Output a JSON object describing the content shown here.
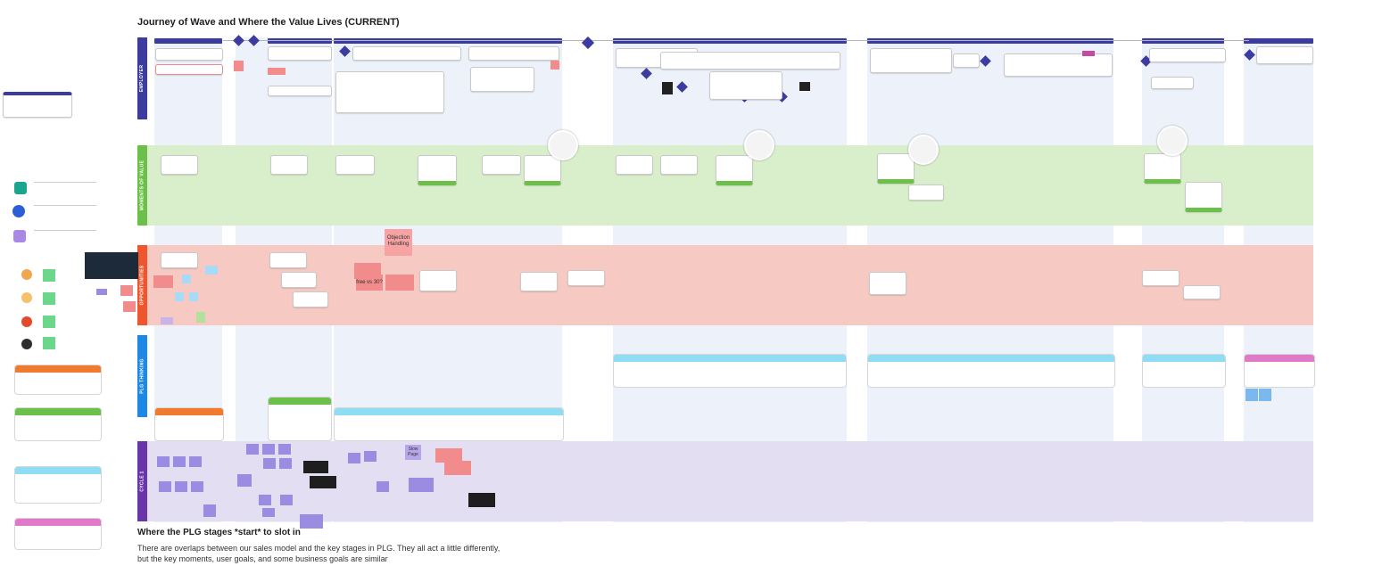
{
  "board": {
    "title": "Journey of Wave and Where the Value Lives (CURRENT)"
  },
  "bands": {
    "employer": "EMPLOYER",
    "moments": "MOMENTS OF VALUE",
    "opportunities": "OPPORTUNITIES",
    "plg": "PLG THINKING",
    "cycle": "CYCLE 1"
  },
  "colors": {
    "employer_label": "#3c3ca0",
    "moments_label": "#6cc04a",
    "moments_band": "#d9efcc",
    "opportunities_label": "#f0562e",
    "opportunities_band": "#f6c9c2",
    "plg_label": "#1e88e5",
    "cycle_label": "#6a35a8",
    "cycle_band": "#e4def2"
  },
  "stickies": {
    "objection_handling": "Objection Handling",
    "free_vs_30": "free vs 30?",
    "slow_page": "Slow Page"
  },
  "footer": {
    "title": "Where the PLG stages *start* to slot in",
    "body": "There are overlaps between our sales model and the key stages in PLG. They all act a little differently, but the key moments, user goals, and some business goals are similar"
  },
  "plg_cards_left": [
    {
      "color": "#f07a2e"
    },
    {
      "color": "#6cc04a"
    },
    {
      "color": "#8fdcf5"
    },
    {
      "color": "#e07ac8"
    }
  ],
  "icons": [
    "chat-bubble-icon",
    "mascot-icon",
    "sparkle-icon"
  ]
}
